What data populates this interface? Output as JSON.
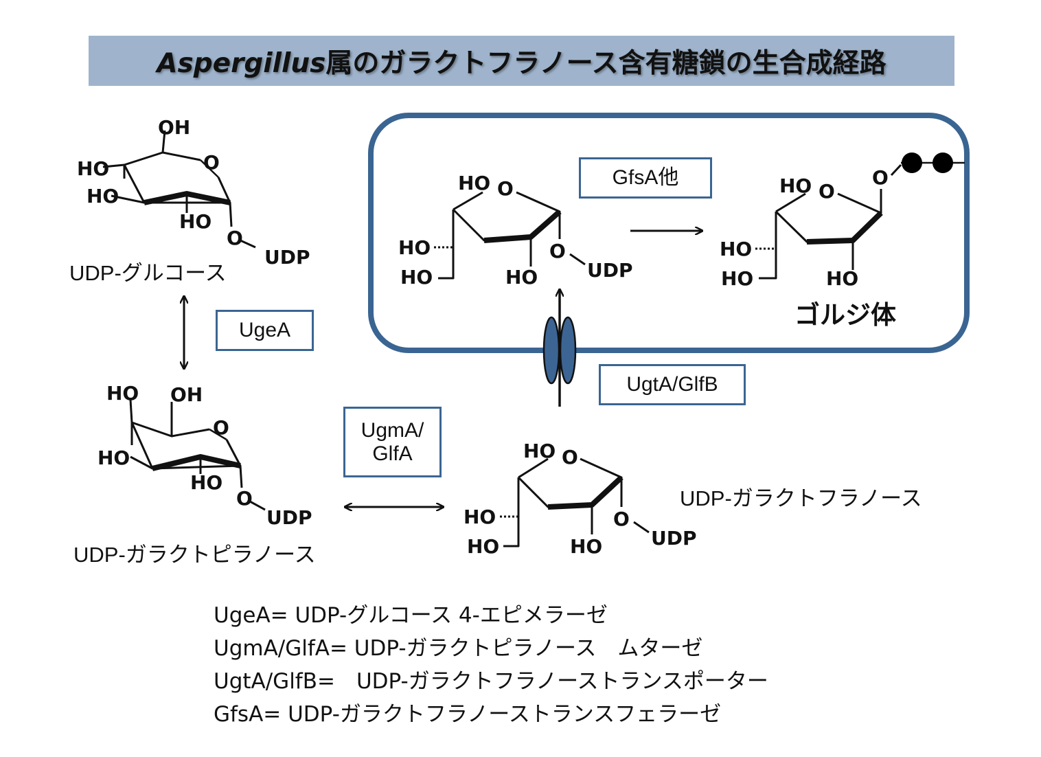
{
  "title": {
    "italic": "Aspergillus",
    "rest": "属のガラクトフラノース含有糖鎖の生合成経路"
  },
  "compounds": {
    "udp_glucose": "UDP-グルコース",
    "udp_galactopyranose": "UDP-ガラクトピラノース",
    "udp_galactofuranose": "UDP-ガラクトフラノース"
  },
  "organelle": {
    "golgi": "ゴルジ体"
  },
  "enzymes": {
    "ugeA": "UgeA",
    "ugmA_line1": "UgmA/",
    "ugmA_line2": "GlfA",
    "ugtA": "UgtA/GlfB",
    "gfsA": "GfsA他"
  },
  "atoms": {
    "oh": "OH",
    "ho": "HO",
    "o": "O",
    "udp": "UDP"
  },
  "legend": [
    "UgeA= UDP-グルコース 4-エピメラーゼ",
    "UgmA/GlfA= UDP-ガラクトピラノース　ムターゼ",
    "UgtA/GlfB=　UDP-ガラクトフラノーストランスポーター",
    "GfsA= UDP-ガラクトフラノーストランスフェラーゼ"
  ],
  "colors": {
    "title_bg": "#9fb4cc",
    "golgi_border": "#3a6592",
    "transporter_fill": "#3c6594"
  }
}
